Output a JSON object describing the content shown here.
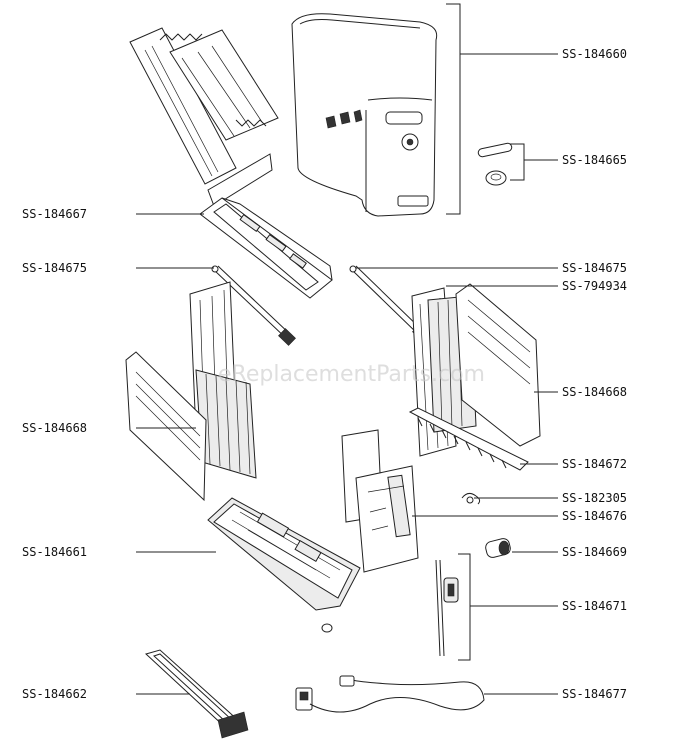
{
  "watermark": "eReplacementParts.com",
  "parts": [
    {
      "id": "SS-184660"
    },
    {
      "id": "SS-184665"
    },
    {
      "id": "SS-184667"
    },
    {
      "id": "SS-184675"
    },
    {
      "id": "SS-184675"
    },
    {
      "id": "SS-794934"
    },
    {
      "id": "SS-184668"
    },
    {
      "id": "SS-184668"
    },
    {
      "id": "SS-184672"
    },
    {
      "id": "SS-182305"
    },
    {
      "id": "SS-184676"
    },
    {
      "id": "SS-184661"
    },
    {
      "id": "SS-184669"
    },
    {
      "id": "SS-184671"
    },
    {
      "id": "SS-184662"
    },
    {
      "id": "SS-184677"
    }
  ]
}
